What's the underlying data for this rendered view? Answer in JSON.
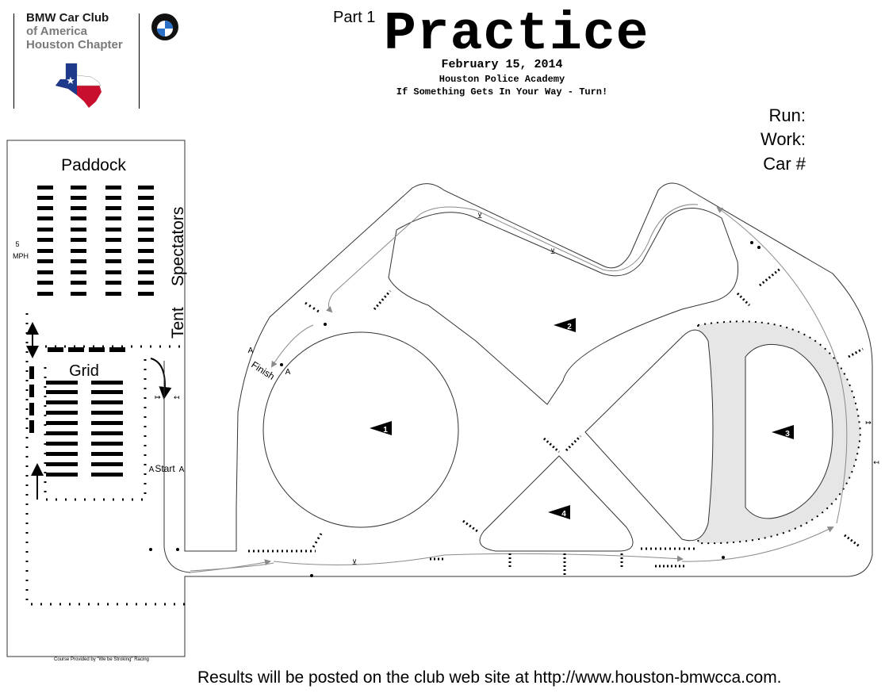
{
  "header": {
    "club_line1": "BMW Car Club",
    "club_line2": "of America",
    "club_line3": "Houston Chapter",
    "part": "Part 1",
    "title": "Practice",
    "date": "February 15, 2014",
    "venue": "Houston Police Academy",
    "motto": "If Something Gets In Your Way - Turn!"
  },
  "form": {
    "run_label": "Run:",
    "work_label": "Work:",
    "car_label": "Car #"
  },
  "map": {
    "paddock": "Paddock",
    "speed_value": "5",
    "speed_unit": "MPH",
    "spectators": "Spectators",
    "tent": "Tent",
    "grid": "Grid",
    "start": "Start",
    "finish": "Finish",
    "cone_symbol": "A",
    "markers": [
      "1",
      "2",
      "3",
      "4"
    ]
  },
  "credit": "Course Provided by \"We be Stroking\" Racing",
  "footer": "Results will be posted on the club web site at http://www.houston-bmwcca.com.",
  "colors": {
    "track_edge": "#333333",
    "course_line": "#8a8a8a",
    "skid_pad": "#e6e6e6",
    "flag_blue": "#1f3a8a",
    "flag_red": "#c8102e"
  },
  "icons": [
    "bmw-logo-icon",
    "texas-flag-icon",
    "cone-icon",
    "arrow-icon",
    "station-marker-icon"
  ]
}
